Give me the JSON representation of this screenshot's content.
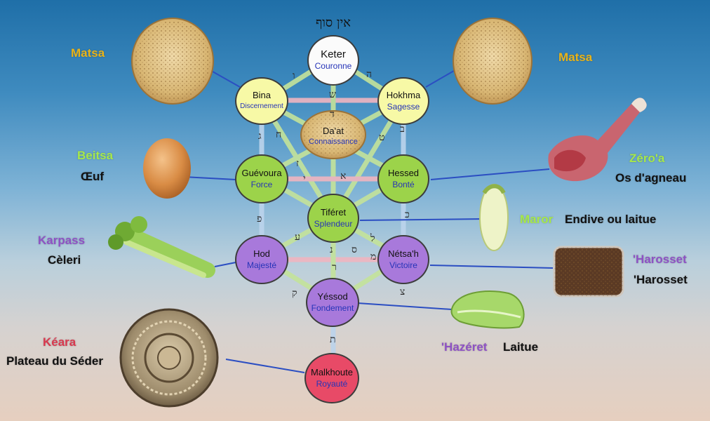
{
  "top_hebrew": "אין סוף",
  "sefirot": {
    "keter": {
      "name": "Keter",
      "translation": "Couronne"
    },
    "bina": {
      "name": "Bina",
      "translation": "Discernement"
    },
    "hokhma": {
      "name": "Hokhma",
      "translation": "Sagesse"
    },
    "daat": {
      "name": "Da'at",
      "translation": "Connaissance"
    },
    "guevoura": {
      "name": "Guévoura",
      "translation": "Force"
    },
    "hessed": {
      "name": "Hessed",
      "translation": "Bonté"
    },
    "tiferet": {
      "name": "Tiféret",
      "translation": "Splendeur"
    },
    "hod": {
      "name": "Hod",
      "translation": "Majesté"
    },
    "netsah": {
      "name": "Nétsa'h",
      "translation": "Victoire"
    },
    "yessod": {
      "name": "Yéssod",
      "translation": "Fondement"
    },
    "malkhoute": {
      "name": "Malkhoute",
      "translation": "Royauté"
    }
  },
  "seder_items": {
    "matsa_left": {
      "name": "Matsa"
    },
    "matsa_right": {
      "name": "Matsa"
    },
    "beitsa": {
      "name": "Beitsa",
      "translation": "Œuf"
    },
    "zeroa": {
      "name": "Zéro'a",
      "translation": "Os d'agneau"
    },
    "maror": {
      "name": "Maror",
      "translation": "Endive ou laitue"
    },
    "karpass": {
      "name": "Karpass",
      "translation": "Cèleri"
    },
    "harosset": {
      "name": "'Harosset",
      "translation": "'Harosset"
    },
    "hazeret": {
      "name": "'Hazéret",
      "translation": "Laitue"
    },
    "keara": {
      "name": "Kéara",
      "translation": "Plateau du Séder"
    }
  },
  "hebrew_letters": {
    "l1": "ו",
    "l2": "ה",
    "l3": "ש",
    "l4": "ד",
    "l5": "ג",
    "l6": "ב",
    "l7": "ט",
    "l8": "ח",
    "l9": "ז",
    "l10": "א",
    "l11": "כ",
    "l12": "ע",
    "l13": "ל",
    "l14": "פ",
    "l15": "נ",
    "l16": "ס",
    "l17": "מ",
    "l18": "ר",
    "l19": "צ",
    "l20": "ק",
    "l21": "ת",
    "l22": "י"
  },
  "colors": {
    "keter": "#fbfbfb",
    "pale_yellow": "#f7f9a6",
    "green": "#9cd34a",
    "purple": "#a879db",
    "red": "#e84a67",
    "path_green": "#c4e39a",
    "path_pink": "#f0b5c0",
    "path_blue": "#bcd4ec",
    "pointer": "#2b4ec2"
  }
}
